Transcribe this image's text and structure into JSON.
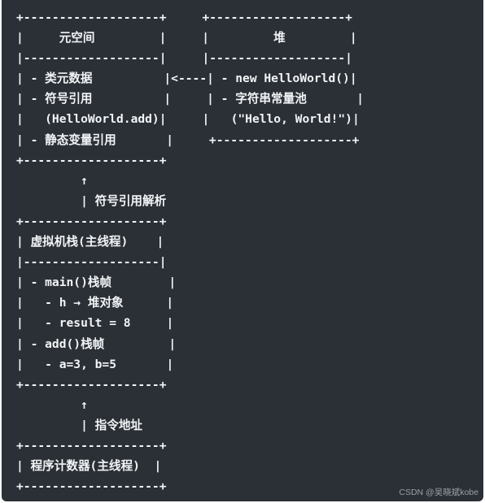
{
  "diagram": {
    "lines": [
      "+-------------------+     +-------------------+",
      "|     元空间         |     |         堆         |",
      "|-------------------|     |-------------------|",
      "| - 类元数据          |<----| - new HelloWorld()|",
      "| - 符号引用          |     | - 字符串常量池       |",
      "|   (HelloWorld.add)|     |   (\"Hello, World!\")|",
      "| - 静态变量引用       |     +-------------------+",
      "+-------------------+",
      "         ↑",
      "         | 符号引用解析",
      "+-------------------+",
      "| 虚拟机栈(主线程)    |",
      "|-------------------|",
      "| - main()栈帧        |",
      "|   - h → 堆对象      |",
      "|   - result = 8     |",
      "| - add()栈帧         |",
      "|   - a=3, b=5       |",
      "+-------------------+",
      "         ↑",
      "         | 指令地址",
      "+-------------------+",
      "| 程序计数器(主线程)  |",
      "+-------------------+"
    ]
  },
  "watermark": "CSDN @吴晓斌kobe"
}
